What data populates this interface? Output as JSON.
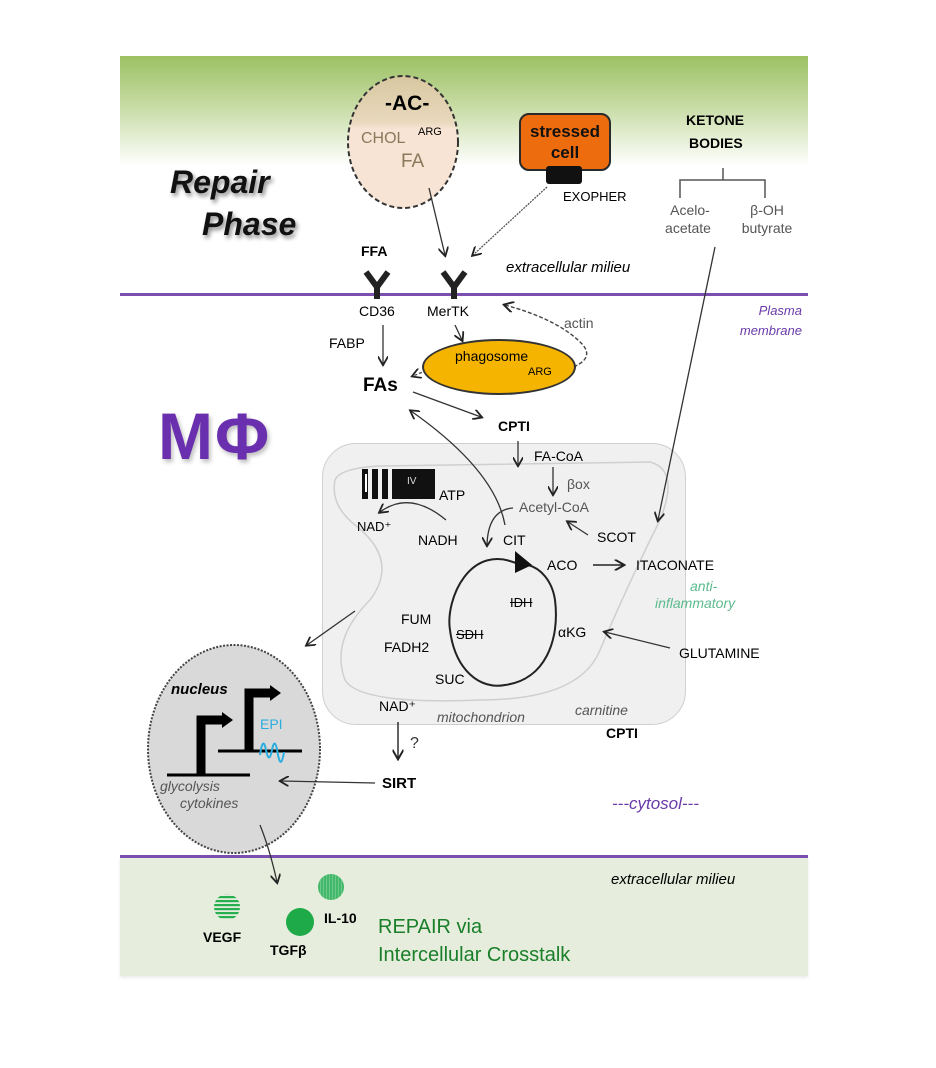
{
  "title": {
    "line1": "Repair",
    "line2": "Phase"
  },
  "cell_label": "MΦ",
  "apoptotic_cell": {
    "label": "-AC-",
    "contents": [
      "CHOL",
      "ARG",
      "FA"
    ]
  },
  "stressed_cell": {
    "label_line1": "stressed",
    "label_line2": "cell",
    "exopher": "EXOPHER"
  },
  "ketone_bodies": {
    "title_line1": "KETONE",
    "title_line2": "BODIES",
    "items": [
      {
        "line1": "Acelo-",
        "line2": "acetate"
      },
      {
        "line1": "β-OH",
        "line2": "butyrate"
      }
    ]
  },
  "receptors": {
    "ffa": "FFA",
    "cd36": "CD36",
    "mertk": "MerTK"
  },
  "compartments": {
    "extracellular_top": "extracellular milieu",
    "plasma_membrane_line1": "Plasma",
    "plasma_membrane_line2": "membrane",
    "mitochondrion": "mitochondrion",
    "cytosol": "---cytosol---",
    "extracellular_bottom": "extracellular milieu",
    "nucleus": "nucleus"
  },
  "cytosol_labels": {
    "fabp": "FABP",
    "fas": "FAs",
    "actin": "actin",
    "phagosome": "phagosome",
    "phagosome_arg": "ARG",
    "cpti_top": "CPTI",
    "carnitine": "carnitine",
    "cpti_bottom": "CPTI",
    "sirt": "SIRT",
    "question": "?"
  },
  "mitochondrion_labels": {
    "fa_coa": "FA-CoA",
    "beta_ox": "βox",
    "acetyl_coa": "Acetyl-CoA",
    "scot": "SCOT",
    "complex_iv": "IV",
    "atp": "ATP",
    "nad_plus": "NAD⁺",
    "nadh": "NADH",
    "cit": "CIT",
    "aco": "ACO",
    "itaconate": "ITACONATE",
    "anti_line1": "anti-",
    "anti_line2": "inflammatory",
    "idh": "IDH",
    "akg": "αKG",
    "glutamine": "GLUTAMINE",
    "fum": "FUM",
    "sdh": "SDH",
    "fadh2": "FADH2",
    "suc": "SUC",
    "nad_plus_out": "NAD⁺"
  },
  "nucleus_labels": {
    "epi": "EPI",
    "glycolysis": "glycolysis",
    "cytokines": "cytokines"
  },
  "secreted": {
    "vegf": "VEGF",
    "tgfb": "TGFβ",
    "il10": "IL-10"
  },
  "repair_text": {
    "line1": "REPAIR via",
    "line2": "Intercellular Crosstalk"
  },
  "colors": {
    "membrane": "#7a4fb0",
    "stressed_cell": "#ec6c0e",
    "phagosome": "#f5b400",
    "mphi": "#6a2fae",
    "anti_inflammatory": "#5dbb8e",
    "repair": "#1a7f2a",
    "epi": "#2aaee0",
    "cytokine_green": "#1faa4a"
  }
}
